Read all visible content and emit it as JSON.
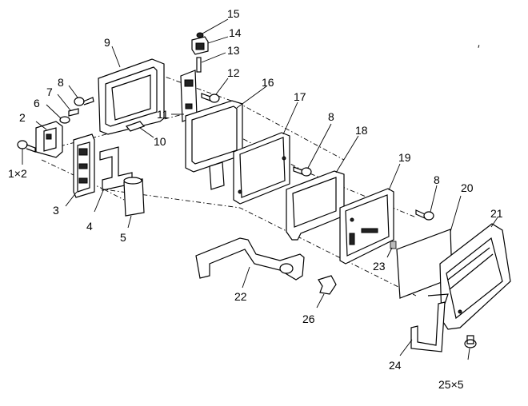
{
  "labels": {
    "l1": "1×2",
    "l2": "2",
    "l3": "3",
    "l4": "4",
    "l5": "5",
    "l6": "6",
    "l7": "7",
    "l8a": "8",
    "l8b": "8",
    "l8c": "8",
    "l9": "9",
    "l10": "10",
    "l11": "11",
    "l12": "12",
    "l13": "13",
    "l14": "14",
    "l15": "15",
    "l16": "16",
    "l17": "17",
    "l18": "18",
    "l19": "19",
    "l20": "20",
    "l21": "21",
    "l22": "22",
    "l23": "23",
    "l24": "24",
    "l25": "25×5",
    "l26": "26",
    "mark": "′"
  }
}
